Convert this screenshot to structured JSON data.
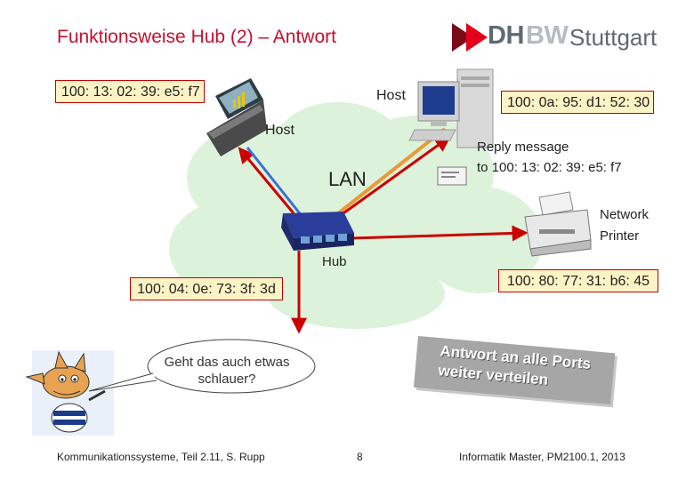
{
  "title": "Funktionsweise Hub (2) – Antwort",
  "logo": {
    "dh": "DH",
    "bw": "BW",
    "city": "Stuttgart"
  },
  "mac_addresses": {
    "top_left": "100: 13: 02: 39: e5: f7",
    "top_right": "100: 0a: 95: d1: 52: 30",
    "left": "100: 04: 0e: 73: 3f: 3d",
    "right": "100: 80: 77: 31: b6: 45"
  },
  "labels": {
    "host_right": "Host",
    "host_left": "Host",
    "lan": "LAN",
    "reply_line1": "Reply message",
    "reply_line2": "to 100: 13: 02: 39: e5: f7",
    "printer_line1": "Network",
    "printer_line2": "Printer",
    "hub": "Hub"
  },
  "speech": {
    "line1": "Geht das auch etwas",
    "line2": "schlauer?"
  },
  "banner": {
    "line1": "Antwort an alle Ports",
    "line2": "weiter verteilen"
  },
  "footer": {
    "left": "Kommunikationssysteme, Teil 2.11, S. Rupp",
    "page": "8",
    "right": "Informatik Master, PM2100.1, 2013"
  },
  "colors": {
    "title": "#c8102e",
    "cloud": "#ddf2da",
    "label_fill": "#fdf3c4",
    "arrow_red": "#cc0000",
    "arrow_blue": "#3a6fd8",
    "arrow_orange": "#e89a3c",
    "banner": "#a6a6a6"
  },
  "icons": [
    "laptop-icon",
    "desktop-computer-icon",
    "envelope-icon",
    "hub-icon",
    "network-printer-icon",
    "fox-mascot-icon"
  ]
}
